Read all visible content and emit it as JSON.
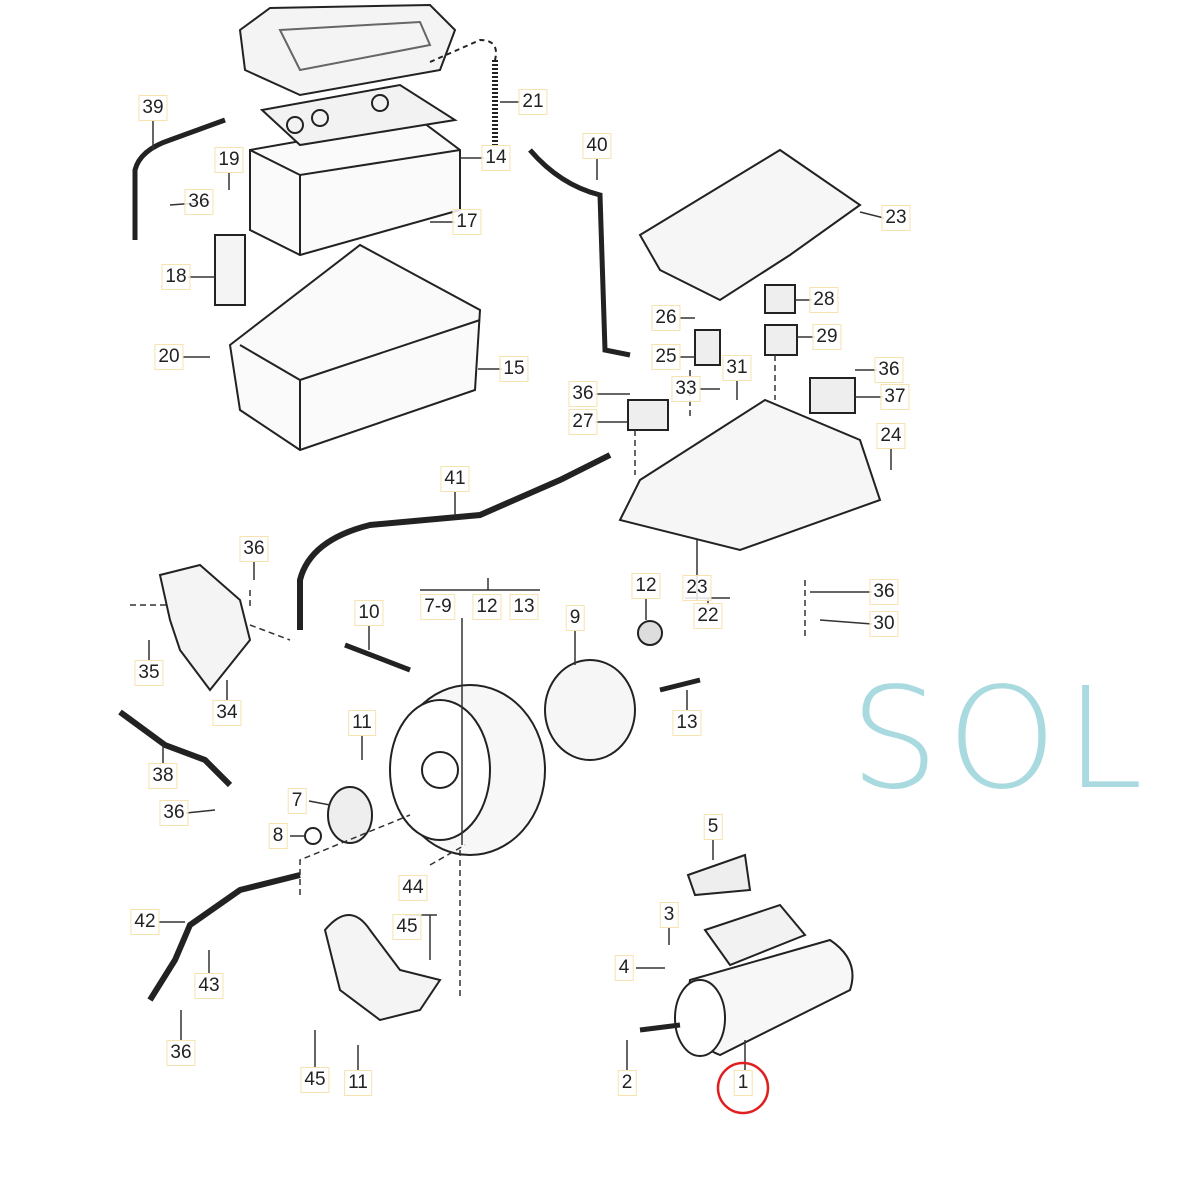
{
  "diagram": {
    "title": "Exploded parts diagram: battery, alternator and starter motor",
    "watermark": "SOL",
    "highlight_color": "#e02020",
    "highlighted_part": "1",
    "labels": [
      "39",
      "19",
      "36",
      "21",
      "14",
      "40",
      "17",
      "23",
      "18",
      "28",
      "26",
      "29",
      "20",
      "15",
      "25",
      "36",
      "31",
      "36",
      "33",
      "37",
      "27",
      "24",
      "41",
      "36",
      "12",
      "7-9",
      "12",
      "13",
      "23",
      "22",
      "36",
      "30",
      "10",
      "9",
      "35",
      "13",
      "34",
      "11",
      "38",
      "7",
      "36",
      "8",
      "5",
      "44",
      "45",
      "42",
      "3",
      "4",
      "43",
      "36",
      "45",
      "11",
      "2",
      "1"
    ]
  }
}
